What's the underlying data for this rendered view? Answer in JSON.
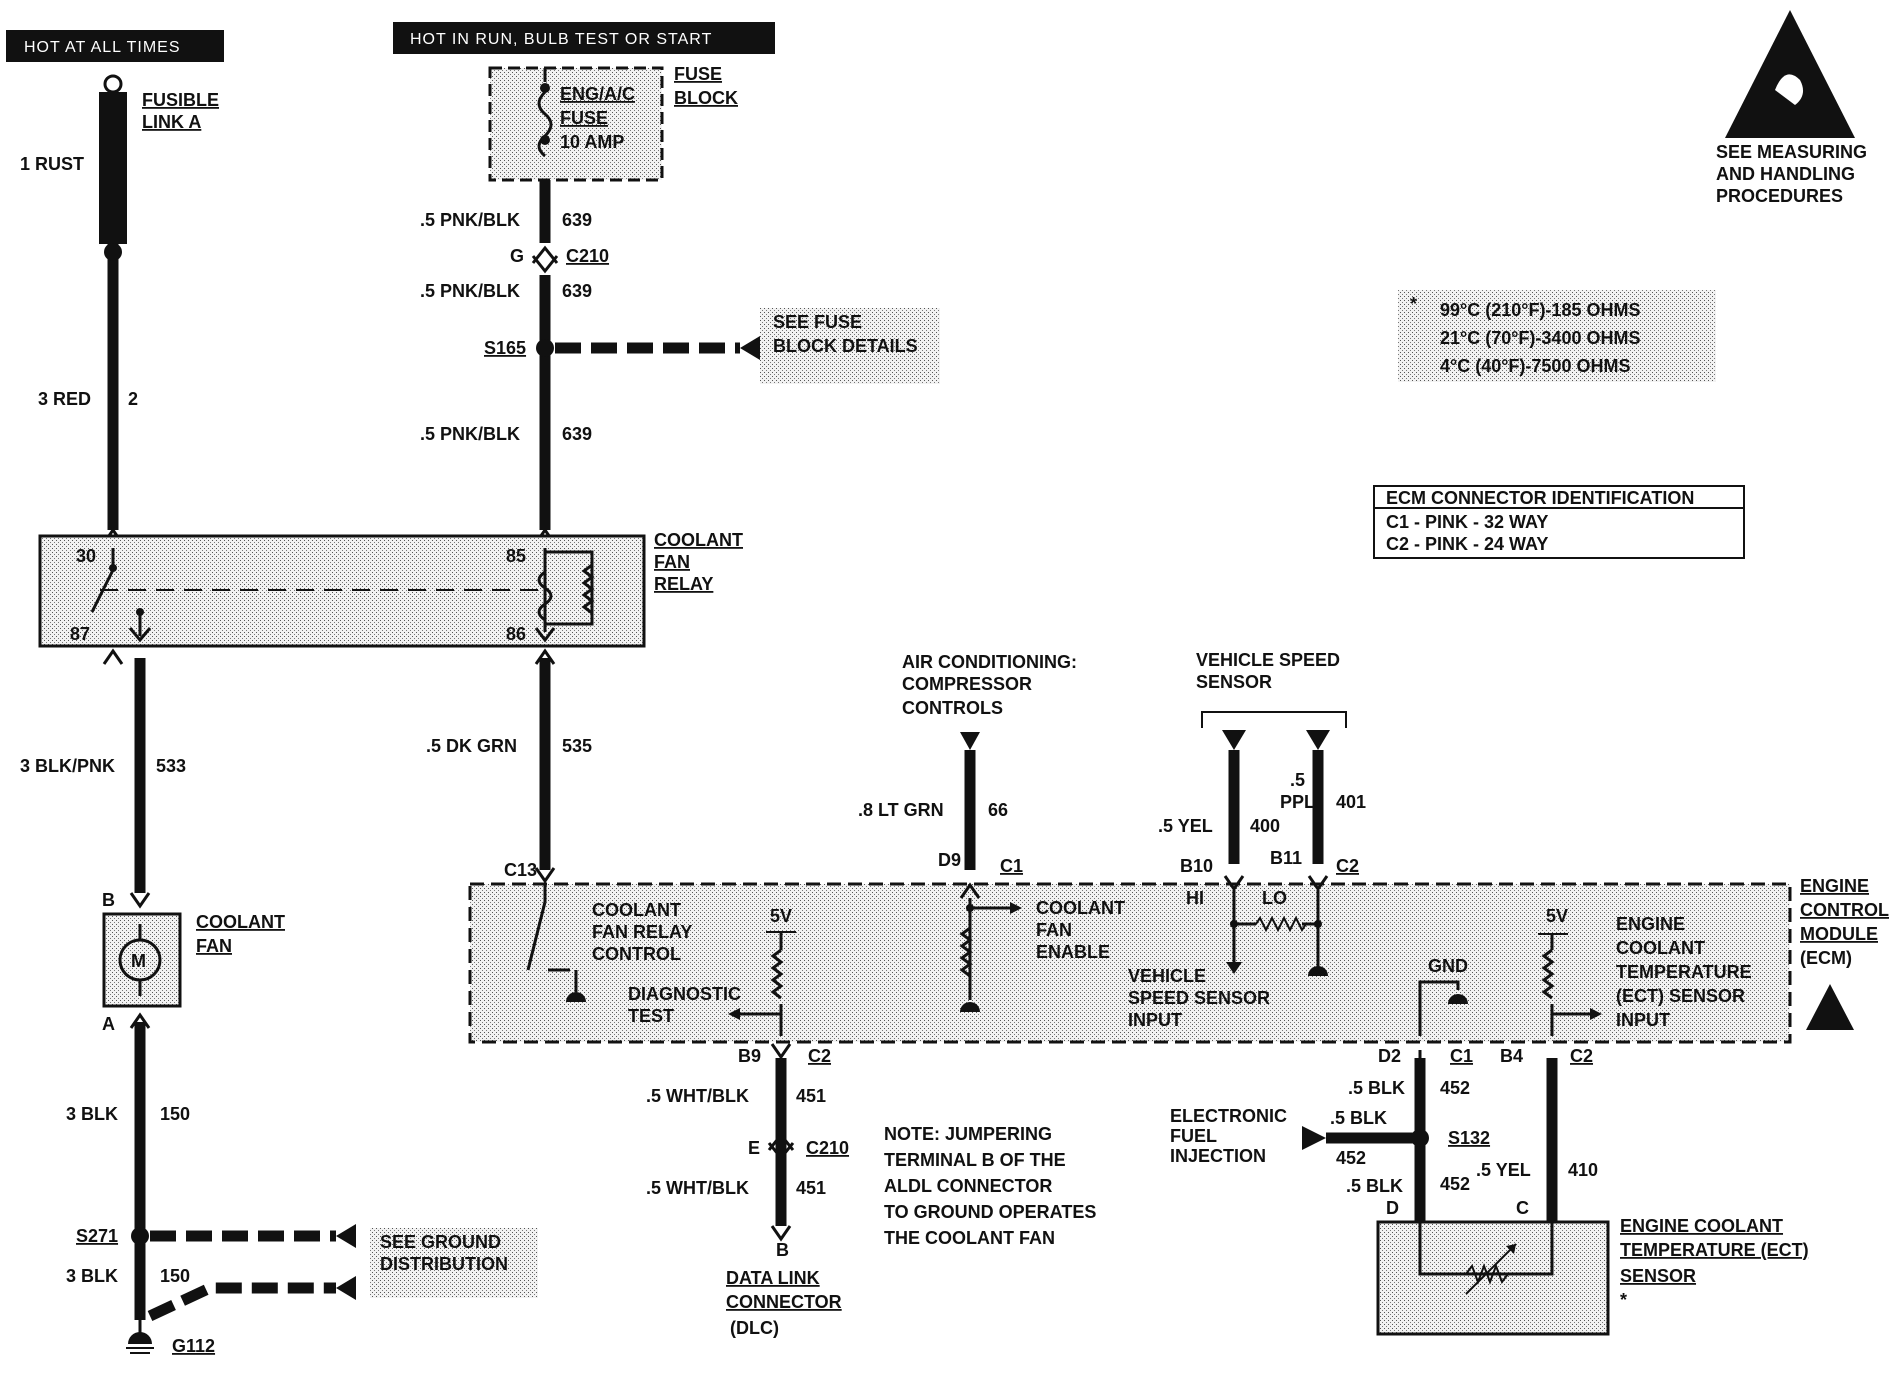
{
  "power": {
    "hot_at_all_times": "HOT AT ALL TIMES",
    "hot_in_run": "HOT IN RUN, BULB TEST OR START"
  },
  "fusible_link": {
    "line1": "FUSIBLE",
    "line2": "LINK A",
    "wire": "1 RUST"
  },
  "fuse_block": {
    "fuse_line1": "ENG/A/C",
    "fuse_line2": "FUSE",
    "fuse_line3": "10 AMP",
    "block_line1": "FUSE",
    "block_line2": "BLOCK"
  },
  "esd": {
    "line1": "SEE MEASURING",
    "line2": "AND HANDLING",
    "line3": "PROCEDURES"
  },
  "ect_table": {
    "star": "*",
    "row1": "99°C (210°F)-185 OHMS",
    "row2": "21°C (70°F)-3400 OHMS",
    "row3": "4°C (40°F)-7500 OHMS"
  },
  "ecm_connectors": {
    "title": "ECM CONNECTOR IDENTIFICATION",
    "c1": "C1 - PINK - 32 WAY",
    "c2": "C2 - PINK - 24 WAY"
  },
  "wires": {
    "red_size": "3 RED",
    "red_circuit": "2",
    "pnk1_size": ".5 PNK/BLK",
    "pnk1_circuit": "639",
    "pnk2_size": ".5 PNK/BLK",
    "pnk2_circuit": "639",
    "pnk3_size": ".5 PNK/BLK",
    "pnk3_circuit": "639",
    "blkpnk_size": "3 BLK/PNK",
    "blkpnk_circuit": "533",
    "dkgrn_size": ".5 DK GRN",
    "dkgrn_circuit": "535",
    "ltgrn_size": ".8 LT GRN",
    "ltgrn_circuit": "66",
    "yel_size": ".5 YEL",
    "yel_circuit": "400",
    "ppl_size1": ".5",
    "ppl_size2": "PPL",
    "ppl_circuit": "401",
    "blk1_size": "3 BLK",
    "blk1_circuit": "150",
    "blk2_size": "3 BLK",
    "blk2_circuit": "150",
    "wht1_size": ".5 WHT/BLK",
    "wht1_circuit": "451",
    "wht2_size": ".5 WHT/BLK",
    "wht2_circuit": "451",
    "blk452a_size": ".5 BLK",
    "blk452a_circuit": "452",
    "blk452b_size": ".5 BLK",
    "blk452b_circuit": "452",
    "blk452c_size": ".5 BLK",
    "blk452c_circuit": "452",
    "yel410_size": ".5 YEL",
    "yel410_circuit": "410"
  },
  "connectors": {
    "c210_g": "G",
    "c210_top": "C210",
    "c210_e": "E",
    "c210_bottom": "C210",
    "s165": "S165",
    "s271": "S271",
    "s132": "S132",
    "g112": "G112"
  },
  "refs": {
    "fuse_details1": "SEE FUSE",
    "fuse_details2": "BLOCK DETAILS",
    "ground1": "SEE GROUND",
    "ground2": "DISTRIBUTION"
  },
  "relay": {
    "name1": "COOLANT",
    "name2": "FAN",
    "name3": "RELAY",
    "pin30": "30",
    "pin87": "87",
    "pin85": "85",
    "pin86": "86"
  },
  "fan": {
    "name1": "COOLANT",
    "name2": "FAN",
    "motor": "M",
    "pin_b": "B",
    "pin_a": "A"
  },
  "ac": {
    "line1": "AIR CONDITIONING:",
    "line2": "COMPRESSOR",
    "line3": "CONTROLS"
  },
  "vss": {
    "line1": "VEHICLE SPEED",
    "line2": "SENSOR"
  },
  "ecm": {
    "c13": "C13",
    "d9": "D9",
    "c1_top": "C1",
    "b10": "B10",
    "b11": "B11",
    "c2_top": "C2",
    "relay_ctrl1": "COOLANT",
    "relay_ctrl2": "FAN RELAY",
    "relay_ctrl3": "CONTROL",
    "v5_left": "5V",
    "v5_right": "5V",
    "diag1": "DIAGNOSTIC",
    "diag2": "TEST",
    "enable1": "COOLANT",
    "enable2": "FAN",
    "enable3": "ENABLE",
    "hi": "HI",
    "lo": "LO",
    "vss_in1": "VEHICLE",
    "vss_in2": "SPEED SENSOR",
    "vss_in3": "INPUT",
    "gnd": "GND",
    "ect_in1": "ENGINE",
    "ect_in2": "COOLANT",
    "ect_in3": "TEMPERATURE",
    "ect_in4": "(ECT) SENSOR",
    "ect_in5": "INPUT",
    "module1": "ENGINE",
    "module2": "CONTROL",
    "module3": "MODULE",
    "module4": "(ECM)",
    "b9": "B9",
    "c2_b9": "C2",
    "d2": "D2",
    "c1_d2": "C1",
    "b4": "B4",
    "c2_b4": "C2"
  },
  "efi": {
    "line1": "ELECTRONIC",
    "line2": "FUEL",
    "line3": "INJECTION"
  },
  "ect_sensor": {
    "line1": "ENGINE COOLANT",
    "line2": "TEMPERATURE (ECT)",
    "line3": "SENSOR",
    "star": "*",
    "pin_d": "D",
    "pin_c": "C"
  },
  "dlc": {
    "pin_b": "B",
    "line1": "DATA LINK",
    "line2": "CONNECTOR",
    "line3": "(DLC)"
  },
  "note": {
    "line1": "NOTE: JUMPERING",
    "line2": "TERMINAL B OF THE",
    "line3": "ALDL CONNECTOR",
    "line4": "TO GROUND OPERATES",
    "line5": "THE COOLANT FAN"
  }
}
